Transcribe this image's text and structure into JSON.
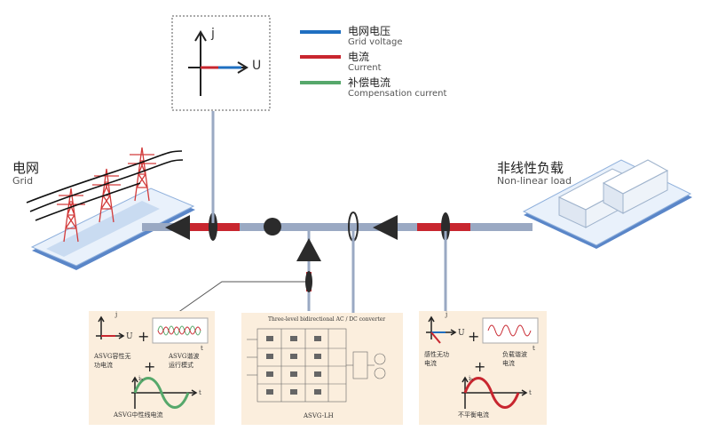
{
  "phasor_box": {
    "axis_j": "j",
    "axis_u": "U"
  },
  "legend": [
    {
      "zh": "电网电压",
      "en": "Grid voltage",
      "color": "#1f6fc1"
    },
    {
      "zh": "电流",
      "en": "Current",
      "color": "#c8262f"
    },
    {
      "zh": "补偿电流",
      "en": "Compensation current",
      "color": "#56a86b"
    }
  ],
  "grid": {
    "zh": "电网",
    "en": "Grid"
  },
  "load": {
    "zh": "非线性负载",
    "en": "Non-linear load"
  },
  "panel_left": {
    "j": "j",
    "u": "U",
    "t1": "t",
    "t2": "t",
    "ih": "iₕ",
    "label_a": "ASVG容性无\n功电流",
    "label_b": "ASVG谐波\n运行模式",
    "label_c": "ASVG中性线电流"
  },
  "panel_mid": {
    "title": "Three-level bidirectional AC / DC converter",
    "caption": "ASVG-LH"
  },
  "panel_right": {
    "j": "j",
    "u": "U",
    "t1": "t",
    "t2": "t",
    "ih": "iₕ",
    "label_a": "感性无功\n电流",
    "label_b": "负载谐波\n电流",
    "label_c": "不平衡电流"
  }
}
